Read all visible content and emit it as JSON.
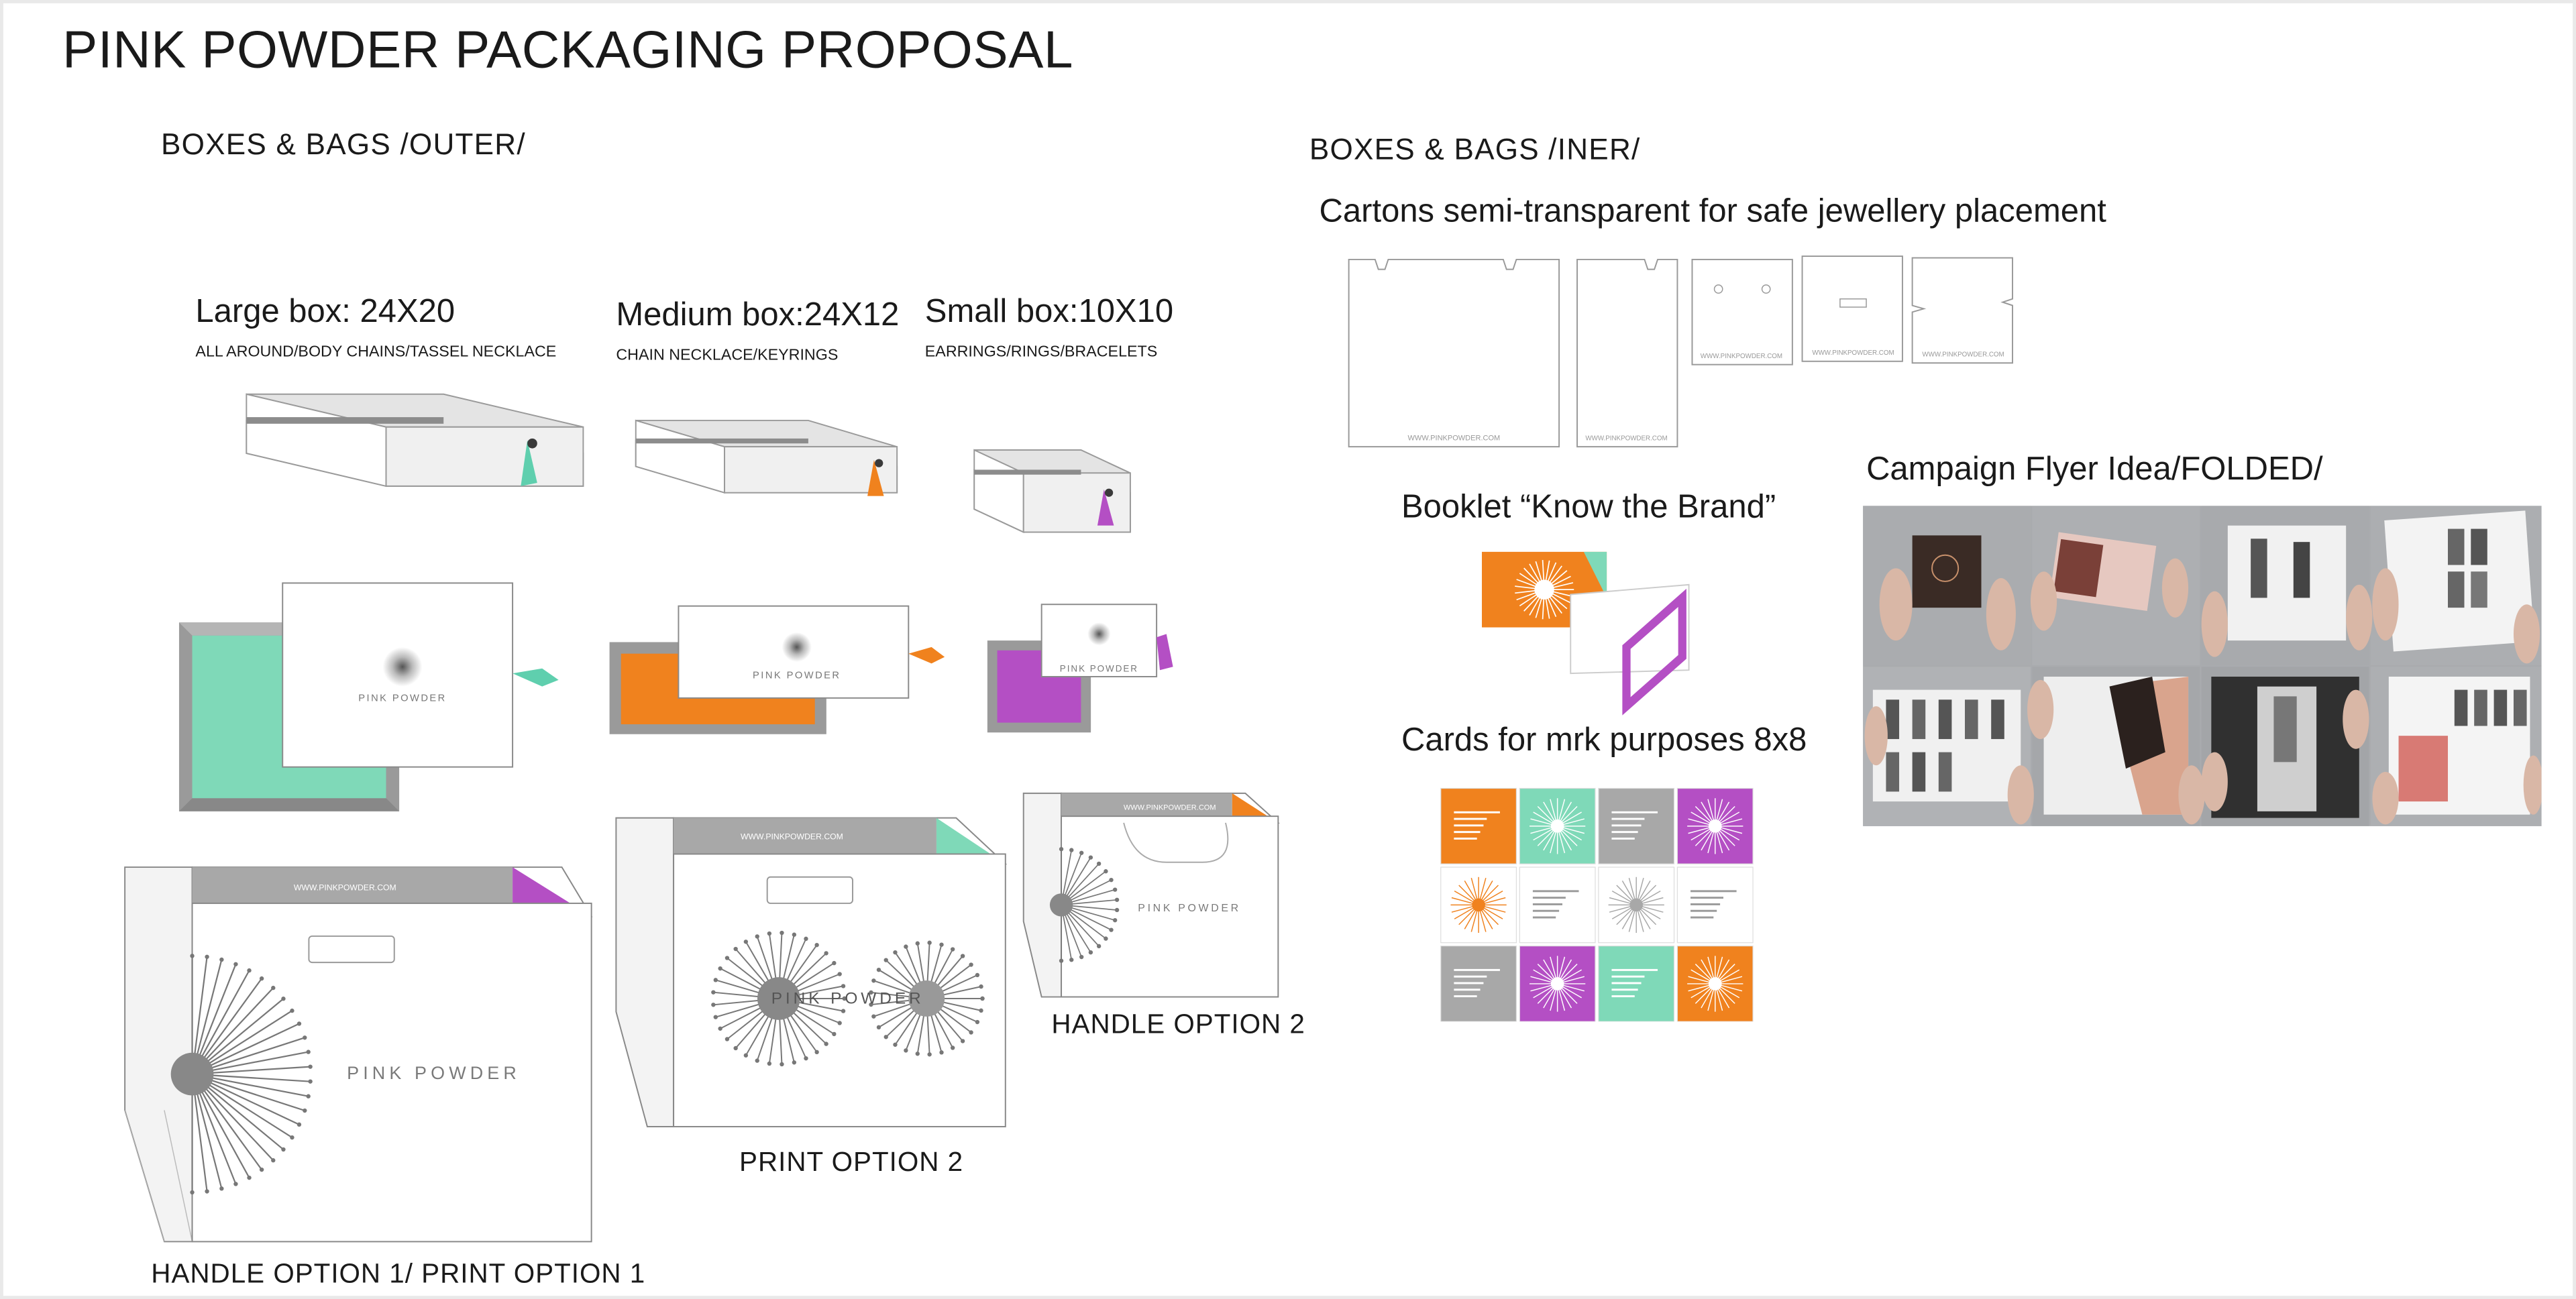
{
  "title": "PINK POWDER PACKAGING PROPOSAL",
  "sections": {
    "outer": "BOXES & BAGS /OUTER/",
    "inner": "BOXES & BAGS /INER/"
  },
  "boxes": {
    "large": {
      "label": "Large box: 24X20",
      "desc": "ALL AROUND/BODY CHAINS/TASSEL NECKLACE"
    },
    "medium": {
      "label": "Medium box:24X12",
      "desc": "CHAIN NECKLACE/KEYRINGS"
    },
    "small": {
      "label": "Small box:10X10",
      "desc": "EARRINGS/RINGS/BRACELETS"
    }
  },
  "brand": {
    "name": "PINK POWDER",
    "url": "WWW.PINKPOWDER.COM"
  },
  "cartons": {
    "label": "Cartons semi-transparent for safe jewellery placement"
  },
  "booklet": {
    "label": "Booklet “Know the Brand”"
  },
  "cards": {
    "label": "Cards for mrk purposes 8x8"
  },
  "flyer": {
    "label": "Campaign Flyer Idea/FOLDED/"
  },
  "captions": {
    "handle1_print1": "HANDLE OPTION  1/ PRINT OPTION 1",
    "print2": "PRINT OPTION 2",
    "handle2": "HANDLE OPTION 2"
  },
  "colors": {
    "mint": "#7fd9b8",
    "orange": "#f0821e",
    "purple": "#b44fc4",
    "gray": "#a8a8a8"
  }
}
